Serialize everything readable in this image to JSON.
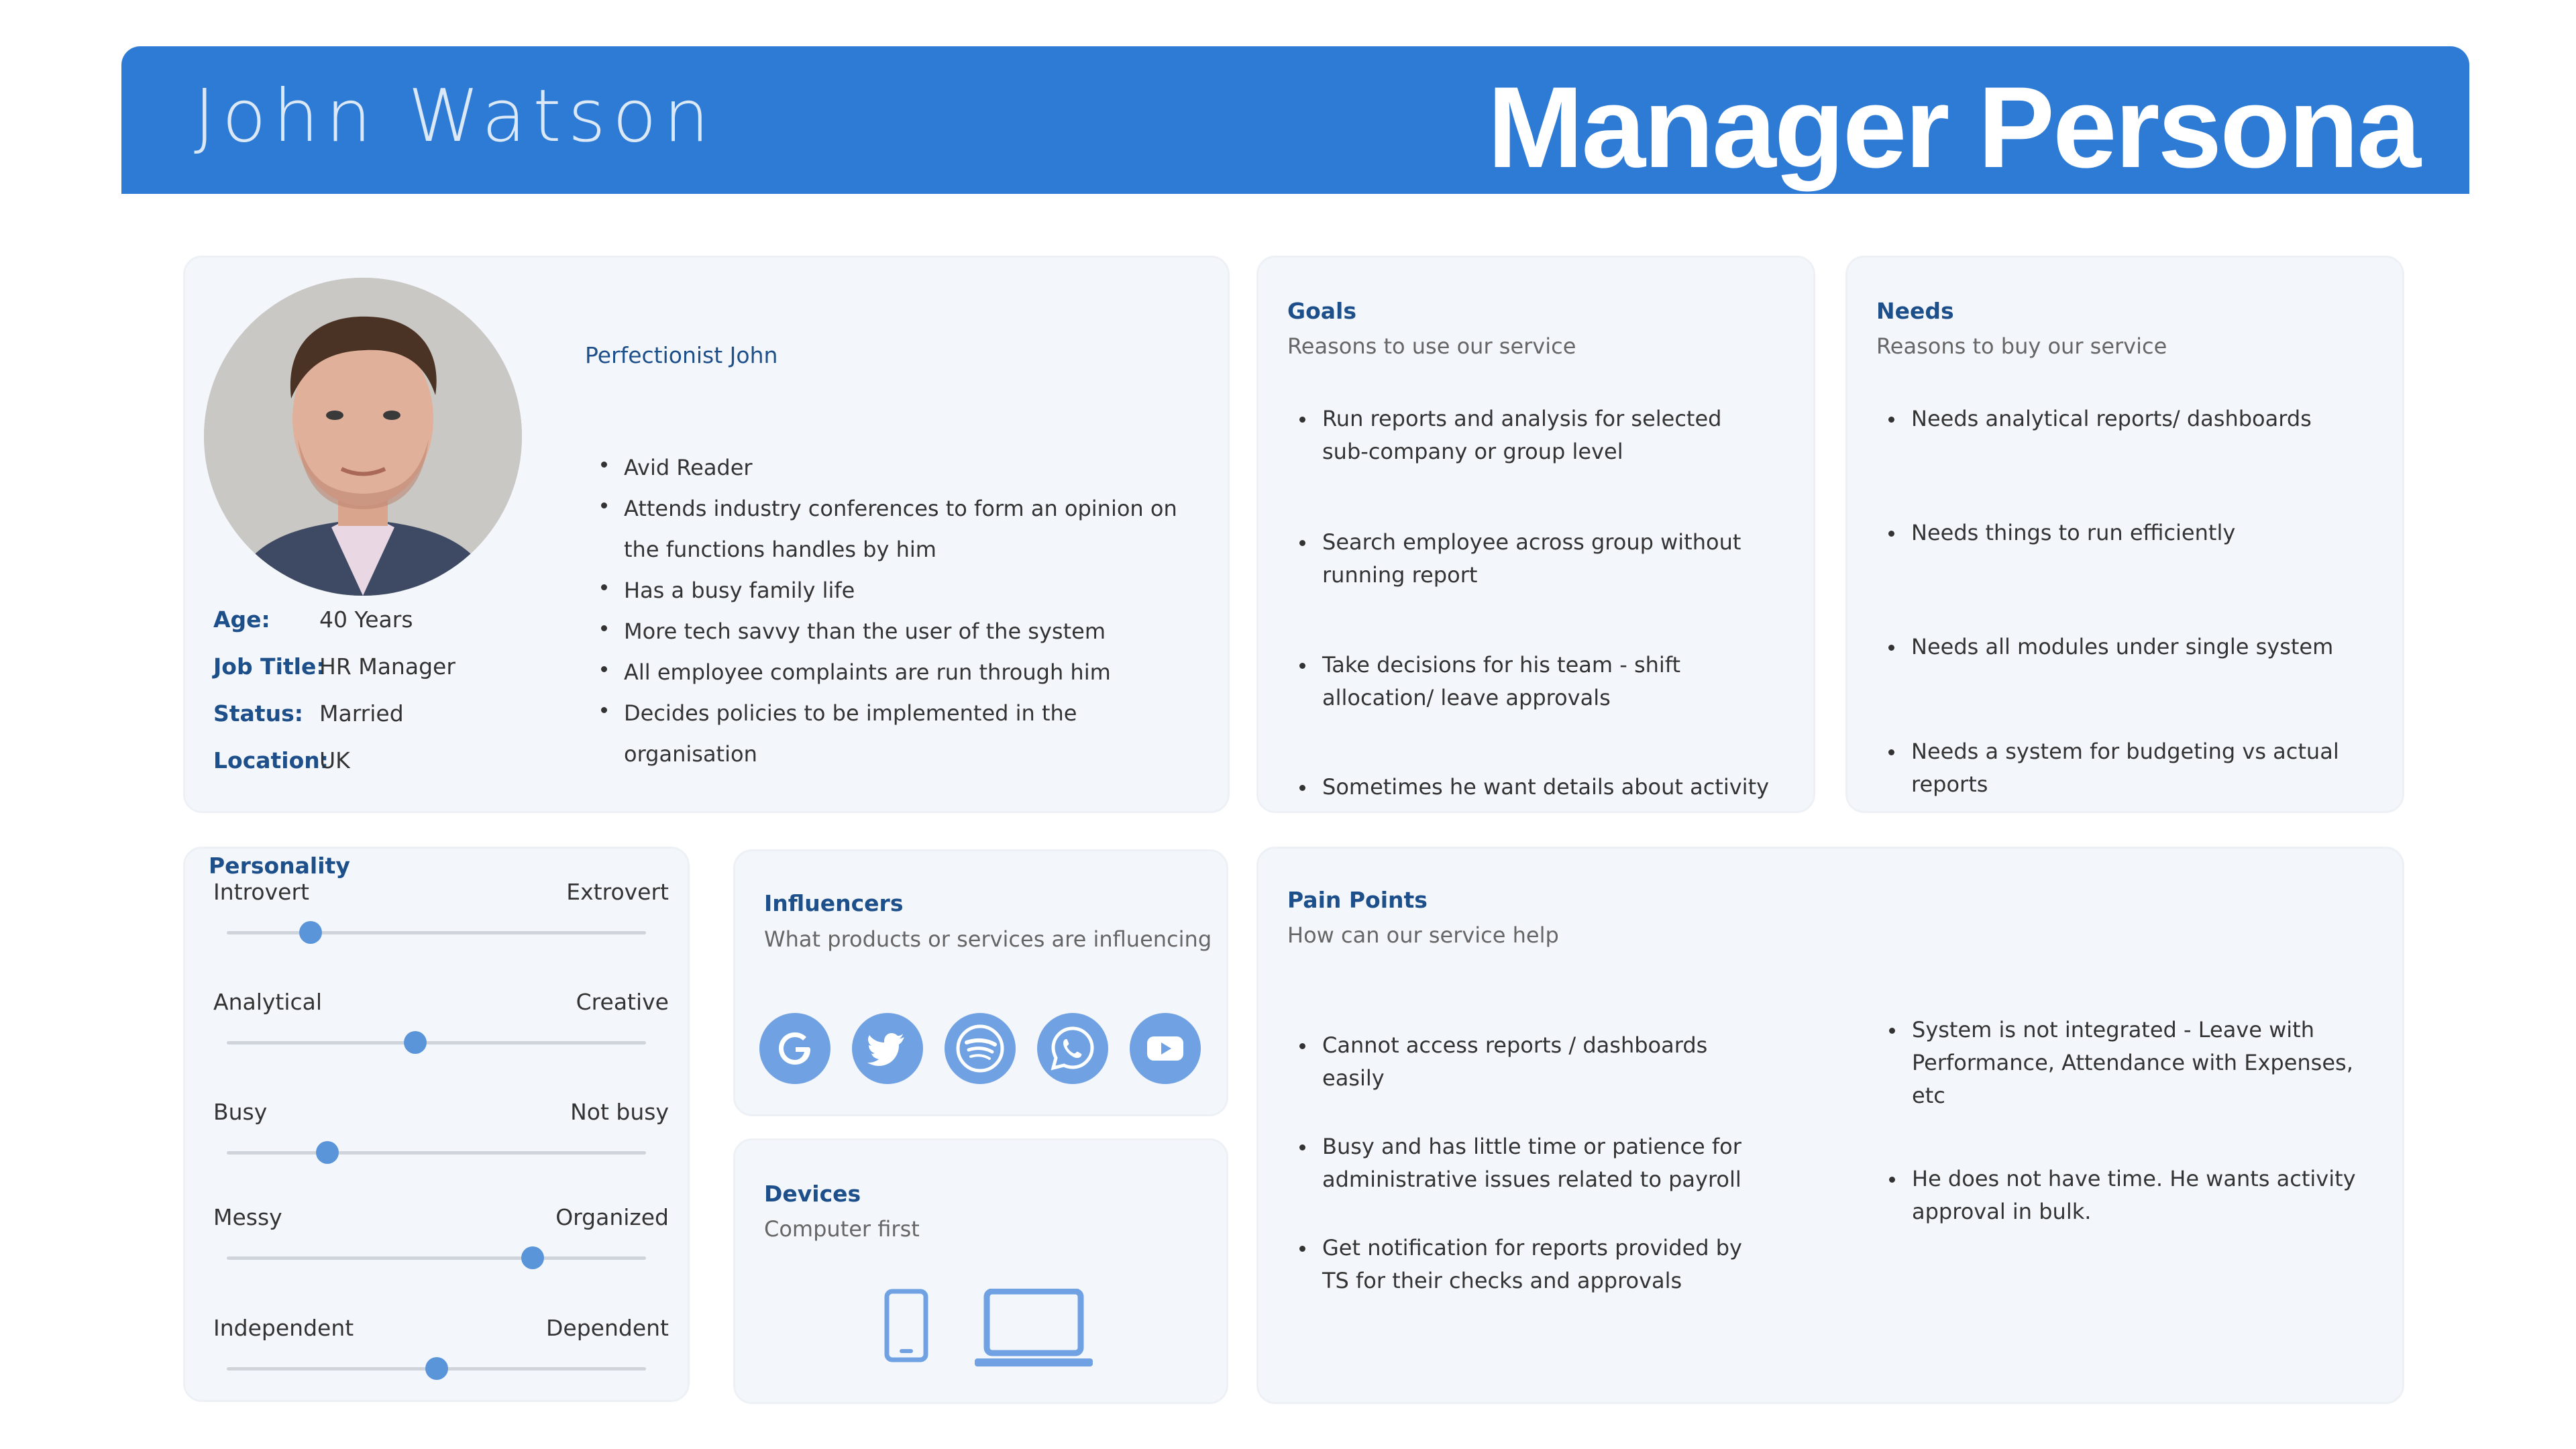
{
  "header": {
    "name": "John Watson",
    "title": "Manager Persona"
  },
  "profile": {
    "nickname": "Perfectionist John",
    "age_label": "Age:",
    "age": "40 Years",
    "job_label": "Job Title:",
    "job": "HR Manager",
    "status_label": "Status:",
    "status": "Married",
    "location_label": "Location:",
    "location": "UK",
    "traits": [
      "Avid Reader",
      "Attends industry conferences to form an opinion on the functions handles by him",
      "Has a busy family life",
      "More tech savvy than the user of the system",
      "All employee complaints are run through him",
      "Decides policies to be implemented in the organisation"
    ]
  },
  "goals": {
    "title": "Goals",
    "subtitle": "Reasons to use our service",
    "items": [
      "Run reports and analysis for selected sub-company or group level",
      "Search employee across group without running report",
      "Take decisions for his team - shift allocation/ leave approvals",
      "Sometimes he want details about activity"
    ]
  },
  "needs": {
    "title": "Needs",
    "subtitle": "Reasons to buy our service",
    "items": [
      "Needs analytical reports/ dashboards",
      "Needs things to run efficiently",
      "Needs all modules under single system",
      "Needs a system for budgeting vs actual reports"
    ]
  },
  "personality": {
    "title": "Personality",
    "sliders": [
      {
        "left": "Introvert",
        "right": "Extrovert",
        "value": 0.2
      },
      {
        "left": "Analytical",
        "right": "Creative",
        "value": 0.45
      },
      {
        "left": "Busy",
        "right": "Not busy",
        "value": 0.24
      },
      {
        "left": "Messy",
        "right": "Organized",
        "value": 0.73
      },
      {
        "left": "Independent",
        "right": "Dependent",
        "value": 0.5
      }
    ]
  },
  "influencers": {
    "title": "Influencers",
    "subtitle": "What products or services are influencing",
    "icons": [
      "google-icon",
      "twitter-icon",
      "spotify-icon",
      "whatsapp-icon",
      "youtube-icon"
    ]
  },
  "devices": {
    "title": "Devices",
    "subtitle": "Computer first",
    "icons": [
      "phone-icon",
      "laptop-icon"
    ]
  },
  "pain_points": {
    "title": "Pain Points",
    "subtitle": "How can our service help",
    "left_items": [
      "Cannot access reports / dashboards easily",
      "Busy and has little time or patience for administrative issues related to payroll",
      "Get notification for reports provided by TS for their checks and approvals"
    ],
    "right_items": [
      "System is not integrated - Leave with Performance, Attendance with Expenses, etc",
      "He does not have time. He wants activity approval in bulk."
    ]
  },
  "colors": {
    "header_blue": "#2e7bd6",
    "accent_dark_blue": "#1d4f8a",
    "icon_blue": "#6fa1e3",
    "card_bg": "#f3f6fb"
  }
}
